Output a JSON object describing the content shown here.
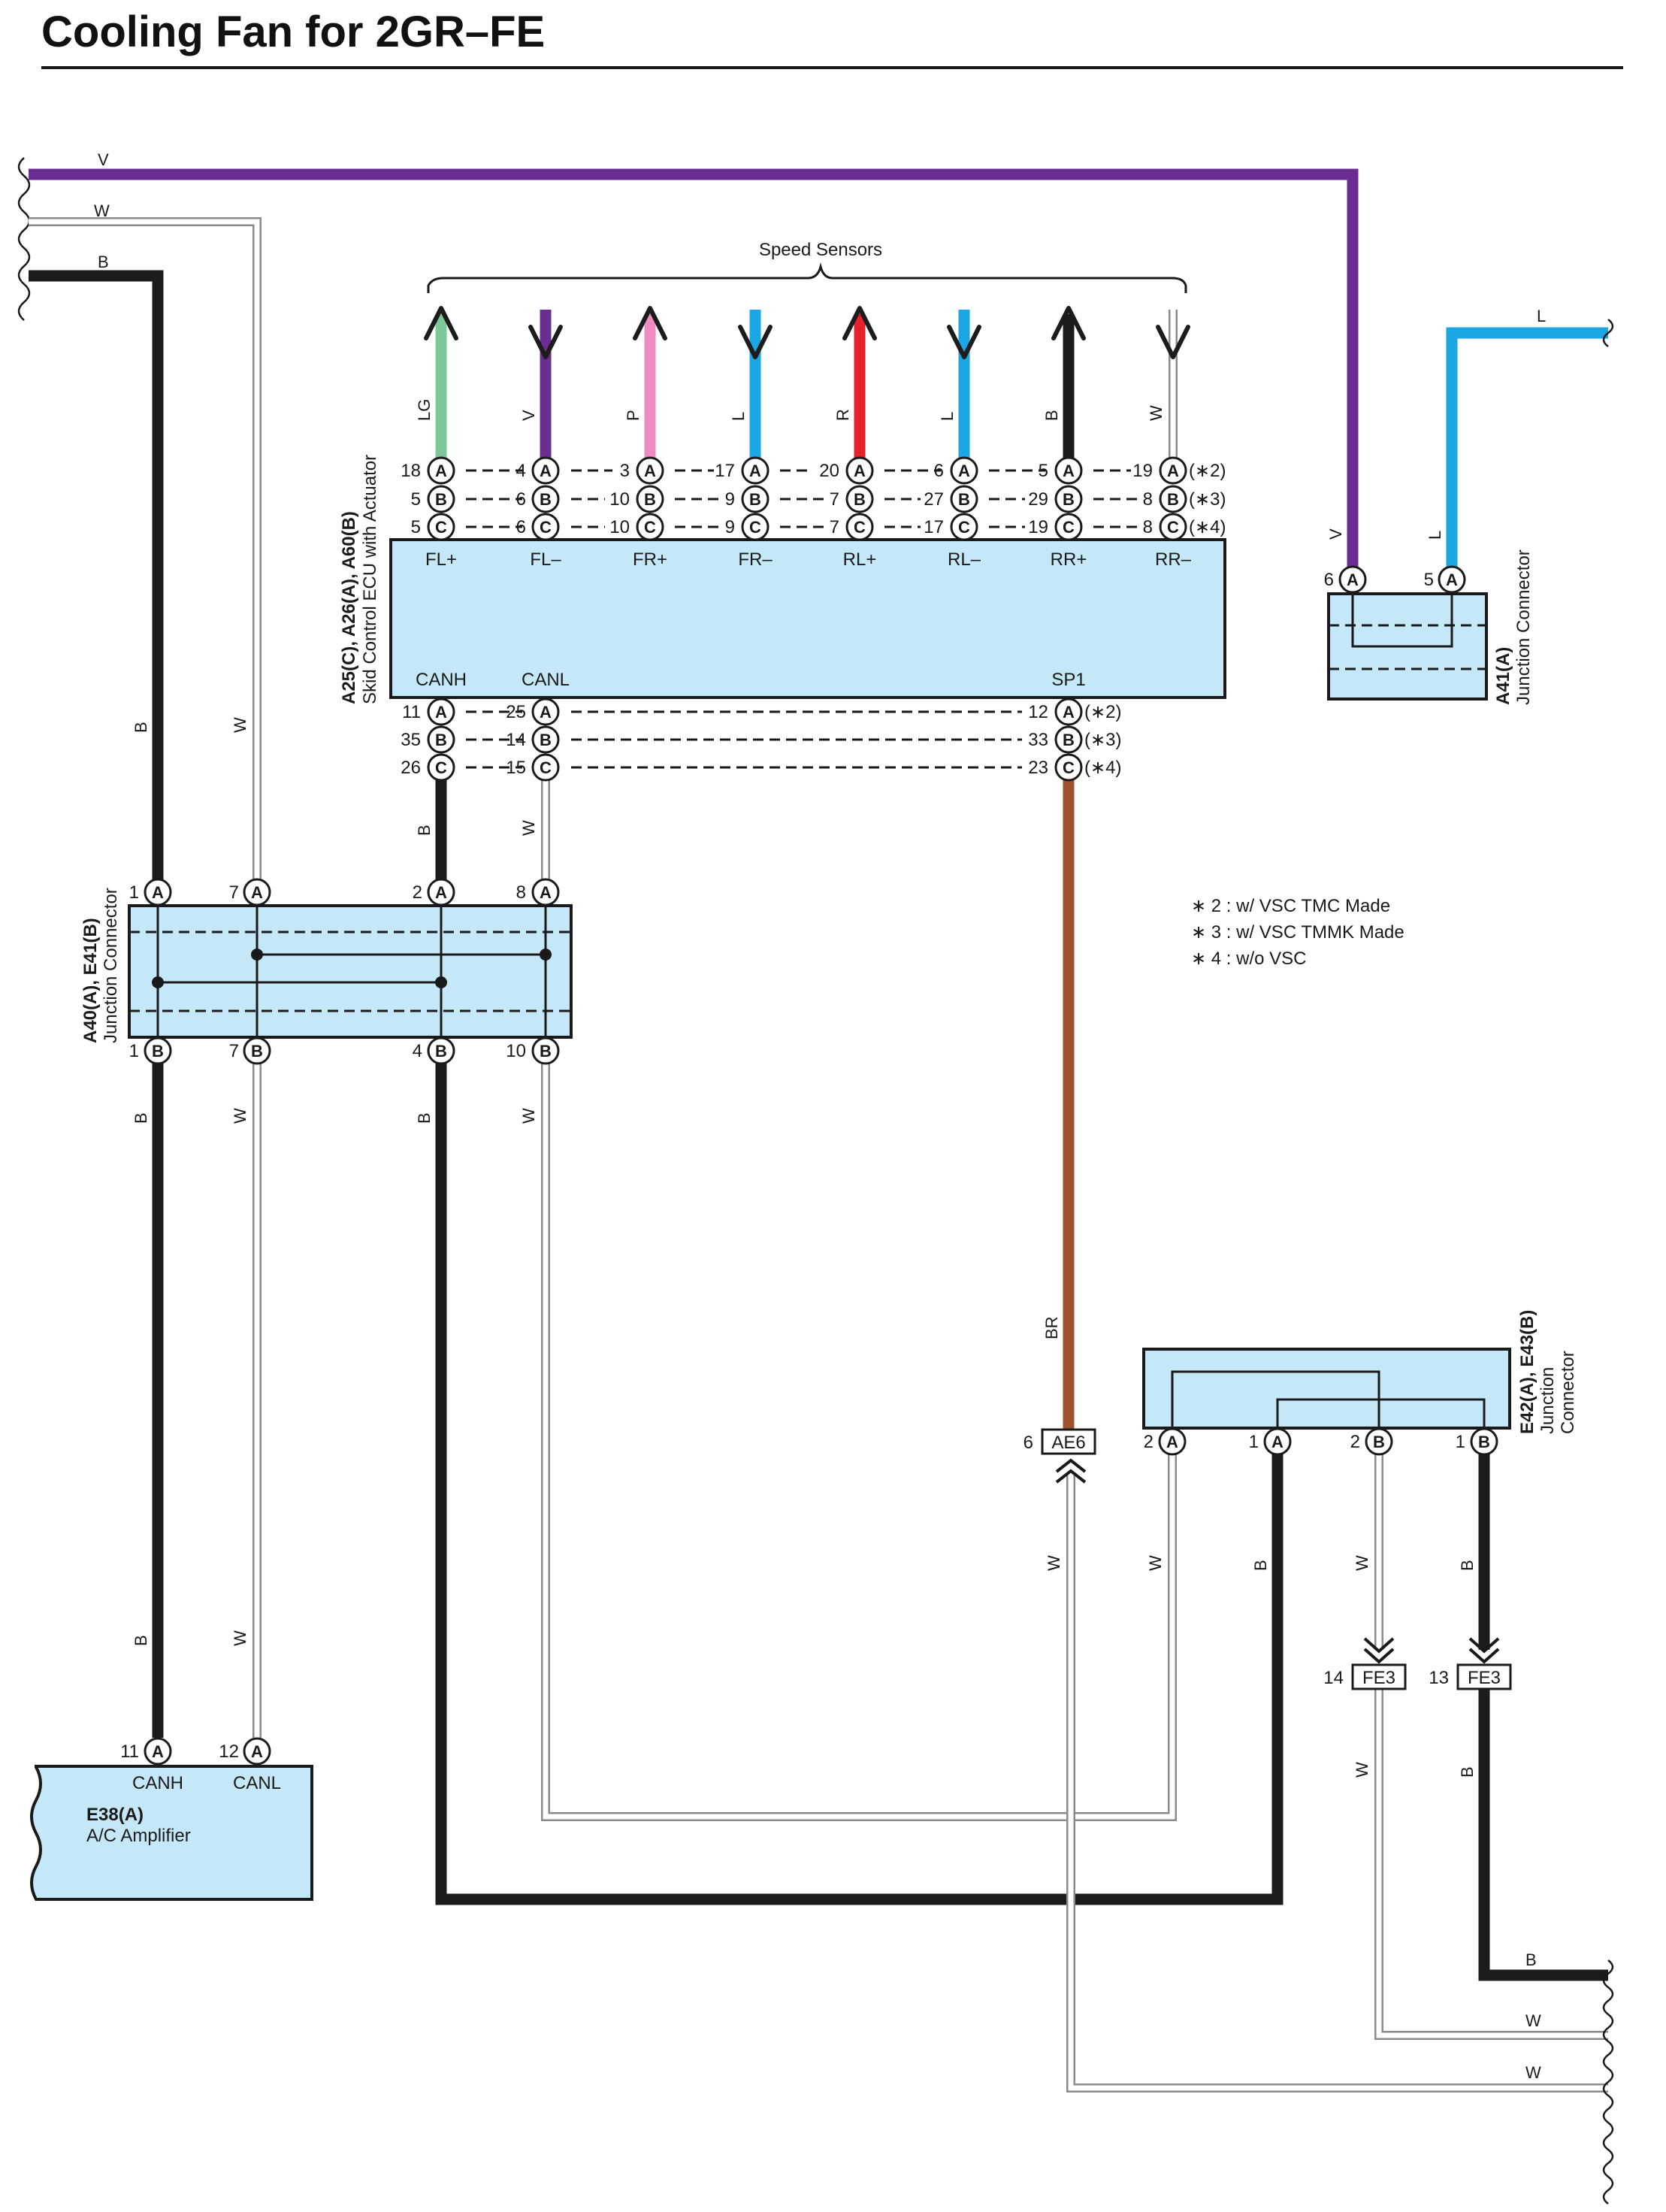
{
  "title": "Cooling Fan for 2GR–FE",
  "speed_sensors_label": "Speed Sensors",
  "colors": {
    "V": "#6b2d91",
    "W_outline": "#8a8a8a",
    "B": "#1c1c1c",
    "LG": "#7cc89a",
    "P": "#ef8cbf",
    "L": "#1aa7e3",
    "R": "#e8202a",
    "BR": "#a0522d",
    "box_fill": "#c5e8f8"
  },
  "left_wires": {
    "v": "V",
    "w": "W",
    "b": "B"
  },
  "ecu": {
    "name_line1": "A25(C), A26(A), A60(B)",
    "name_line2": "Skid Control ECU with Actuator",
    "top_terminals": [
      "FL+",
      "FL–",
      "FR+",
      "FR–",
      "RL+",
      "RL–",
      "RR+",
      "RR–"
    ],
    "wire_colors": [
      "LG",
      "V",
      "P",
      "L",
      "R",
      "L",
      "B",
      "W"
    ],
    "pin_rows": [
      {
        "letter": "A",
        "note": "(∗2)",
        "pins": [
          "18",
          "4",
          "3",
          "17",
          "20",
          "6",
          "5",
          "19"
        ]
      },
      {
        "letter": "B",
        "note": "(∗3)",
        "pins": [
          "5",
          "6",
          "10",
          "9",
          "7",
          "27",
          "29",
          "8"
        ]
      },
      {
        "letter": "C",
        "note": "(∗4)",
        "pins": [
          "5",
          "6",
          "10",
          "9",
          "7",
          "17",
          "19",
          "8"
        ]
      }
    ],
    "bottom_terminals": {
      "canh": "CANH",
      "canl": "CANL",
      "sp1": "SP1"
    },
    "bottom_rows": [
      {
        "letter": "A",
        "canh": "11",
        "canl": "25",
        "sp1": "12",
        "note": "(∗2)"
      },
      {
        "letter": "B",
        "canh": "35",
        "canl": "14",
        "sp1": "33",
        "note": "(∗3)"
      },
      {
        "letter": "C",
        "canh": "26",
        "canl": "15",
        "sp1": "23",
        "note": "(∗4)"
      }
    ],
    "canh_wire": "B",
    "canl_wire": "W",
    "sp1_wire": "BR"
  },
  "a41": {
    "name_line1": "A41(A)",
    "name_line2": "Junction Connector",
    "pin_v": "6",
    "pin_l": "5",
    "letter": "A",
    "wire_v": "V",
    "wire_l": "L",
    "right_wire": "L"
  },
  "a40": {
    "name_line1": "A40(A), E41(B)",
    "name_line2": "Junction Connector",
    "top_pins": [
      "1",
      "7",
      "2",
      "8"
    ],
    "top_letter": "A",
    "bottom_pins": [
      "1",
      "7",
      "4",
      "10"
    ],
    "bottom_letter": "B",
    "top_wires": [
      "B",
      "W"
    ],
    "bottom_wires": [
      "B",
      "W",
      "B",
      "W"
    ]
  },
  "notes": [
    "∗ 2 : w/ VSC TMC Made",
    "∗ 3 : w/ VSC TMMK Made",
    "∗ 4 : w/o VSC"
  ],
  "ae6": {
    "pin": "6",
    "label": "AE6",
    "wire_below": "W"
  },
  "e42": {
    "name_line1": "E42(A), E43(B)",
    "name_line2": "Junction",
    "name_line3": "Connector",
    "pins": [
      {
        "num": "2",
        "letter": "A"
      },
      {
        "num": "1",
        "letter": "A"
      },
      {
        "num": "2",
        "letter": "B"
      },
      {
        "num": "1",
        "letter": "B"
      }
    ],
    "wires": [
      "W",
      "B",
      "W",
      "B"
    ]
  },
  "fe3": [
    {
      "pin": "14",
      "label": "FE3",
      "wire_below": "W"
    },
    {
      "pin": "13",
      "label": "FE3",
      "wire_below": "B"
    }
  ],
  "e38": {
    "name_line1": "E38(A)",
    "name_line2": "A/C Amplifier",
    "pins": [
      {
        "num": "11",
        "letter": "A",
        "terminal": "CANH"
      },
      {
        "num": "12",
        "letter": "A",
        "terminal": "CANL"
      }
    ],
    "wires_above": [
      "B",
      "W"
    ]
  },
  "right_wires": {
    "b": "B",
    "w1": "W",
    "w2": "W"
  }
}
